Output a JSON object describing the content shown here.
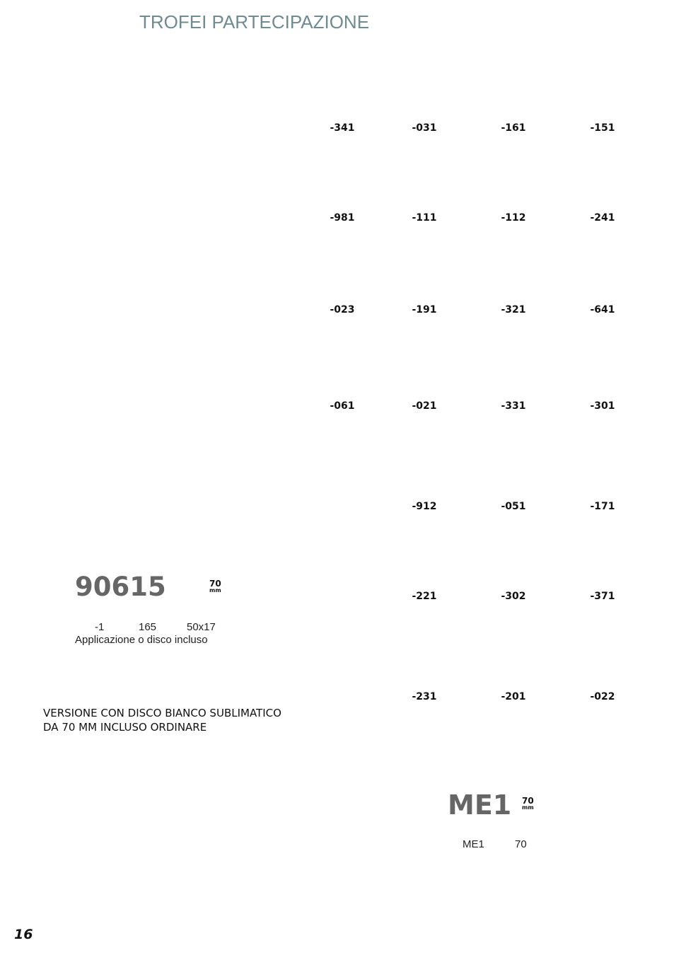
{
  "header": {
    "title": "TROFEI PARTECIPAZIONE"
  },
  "codes": [
    [
      "-341",
      "-031",
      "-161",
      "-151"
    ],
    [
      "-981",
      "-111",
      "-112",
      "-241"
    ],
    [
      "-023",
      "-191",
      "-321",
      "-641"
    ],
    [
      "-061",
      "-021",
      "-331",
      "-301"
    ],
    [
      null,
      "-912",
      "-051",
      "-171"
    ],
    [
      null,
      "-221",
      "-302",
      "-371"
    ],
    [
      null,
      "-231",
      "-201",
      "-022"
    ]
  ],
  "product_90615": {
    "code": "90615",
    "size_value": "70",
    "size_unit": "mm",
    "variant": "-1",
    "height": "165",
    "dimensions": "50x17",
    "description": "Applicazione o disco incluso"
  },
  "note": {
    "line1": "VERSIONE CON DISCO BIANCO SUBLIMATICO",
    "line2": "DA 70 MM INCLUSO ORDINARE"
  },
  "product_me1": {
    "code": "ME1",
    "size_value": "70",
    "size_unit": "mm",
    "ref": "ME1",
    "value": "70"
  },
  "page_number": "16"
}
